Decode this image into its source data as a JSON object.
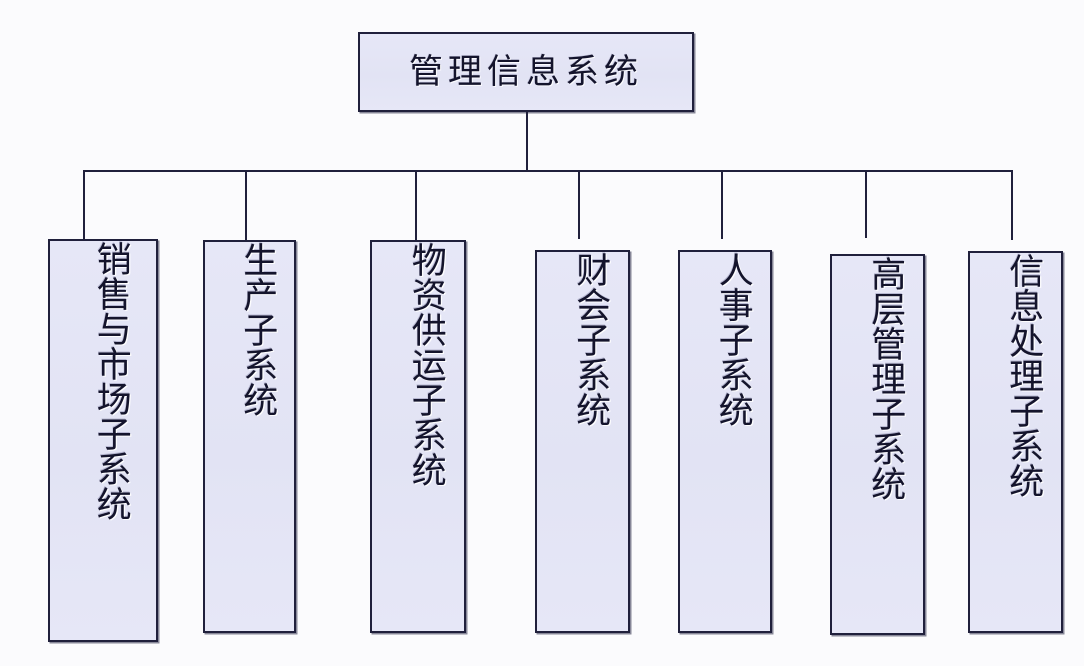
{
  "diagram": {
    "type": "organizational-hierarchy",
    "orientation": "top-down",
    "background_color": "#fbfbfd",
    "box_fill_color": "#e3e4f5",
    "box_border_color": "#20203c",
    "connector_color": "#20203c",
    "text_color": "#14142c",
    "root": {
      "label": "管理信息系统",
      "text_direction": "horizontal"
    },
    "children": [
      {
        "label": "销售与市场子系统",
        "char_count": 7,
        "text_direction": "vertical"
      },
      {
        "label": "生产子系统",
        "char_count": 5,
        "text_direction": "vertical"
      },
      {
        "label": "物资供运子系统",
        "char_count": 7,
        "text_direction": "vertical"
      },
      {
        "label": "财会子系统",
        "char_count": 5,
        "text_direction": "vertical"
      },
      {
        "label": "人事子系统",
        "char_count": 5,
        "text_direction": "vertical"
      },
      {
        "label": "高层管理子系统",
        "char_count": 7,
        "text_direction": "vertical"
      },
      {
        "label": "信息处理子系统",
        "char_count": 7,
        "text_direction": "vertical"
      }
    ]
  }
}
